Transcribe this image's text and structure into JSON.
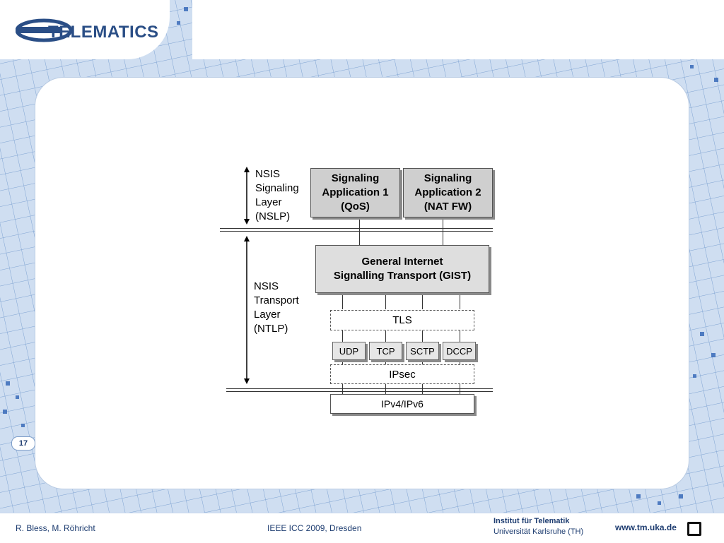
{
  "header": {
    "logo_text": "TELEMATICS"
  },
  "slide": {
    "page_number": "17"
  },
  "diagram": {
    "nslp_label": [
      "NSIS",
      "Signaling",
      "Layer",
      "(NSLP)"
    ],
    "ntlp_label": [
      "NSIS",
      "Transport",
      "Layer",
      "(NTLP)"
    ],
    "app1": [
      "Signaling",
      "Application 1",
      "(QoS)"
    ],
    "app2": [
      "Signaling",
      "Application 2",
      "(NAT FW)"
    ],
    "gist": [
      "General Internet",
      "Signalling Transport (GIST)"
    ],
    "tls": "TLS",
    "udp": "UDP",
    "tcp": "TCP",
    "sctp": "SCTP",
    "dccp": "DCCP",
    "ipsec": "IPsec",
    "ip": "IPv4/IPv6"
  },
  "footer": {
    "authors": "R. Bless, M. Röhricht",
    "conference": "IEEE ICC 2009, Dresden",
    "institute": "Institut für Telematik",
    "university": "Universität Karlsruhe (TH)",
    "url": "www.tm.uka.de"
  },
  "colors": {
    "brand": "#2a4e86",
    "background": "#c9d9ee"
  }
}
